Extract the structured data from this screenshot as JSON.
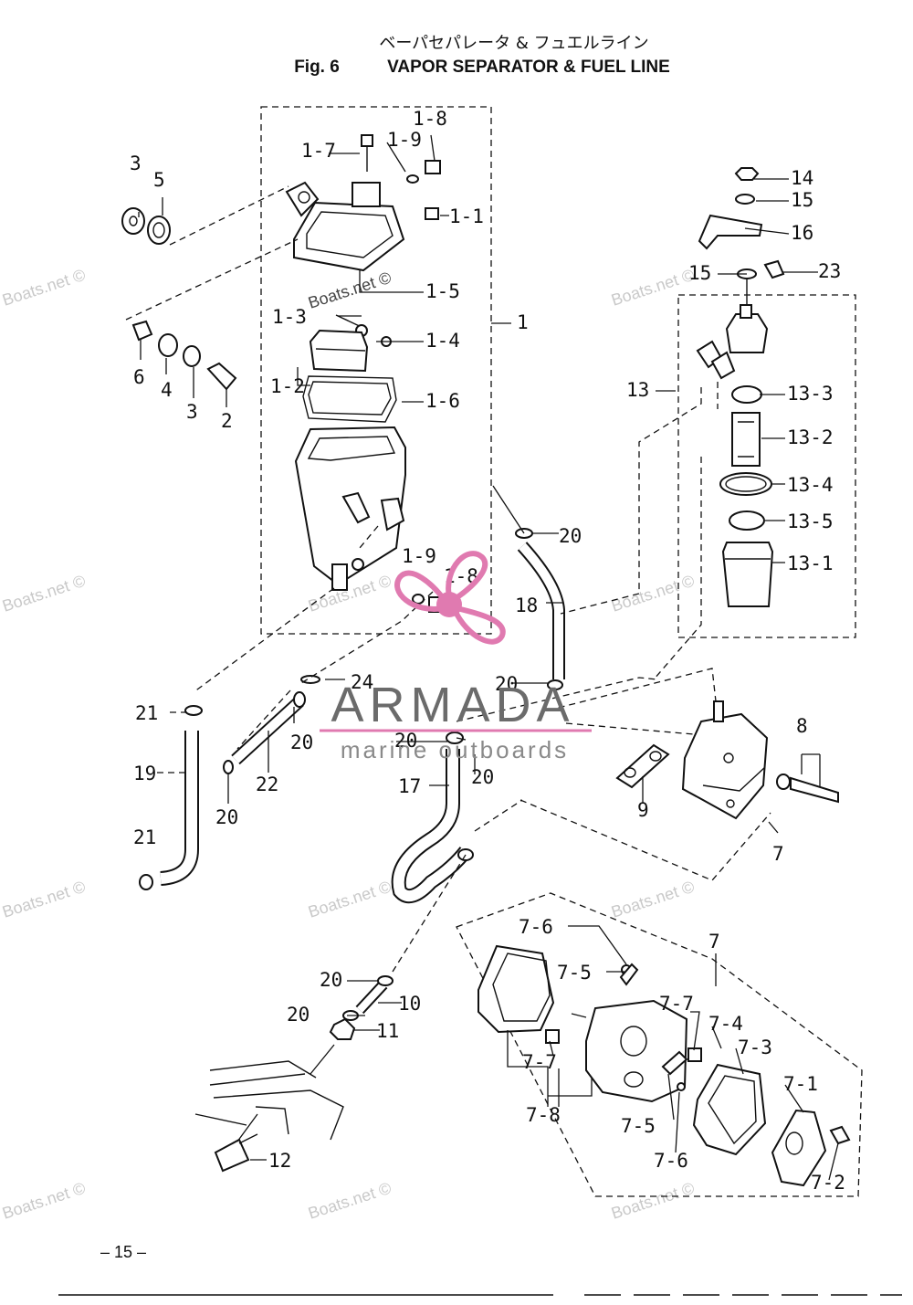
{
  "header": {
    "title_jp": "ベーパセパレータ & フュエルライン",
    "fig_number": "Fig. 6",
    "title_en": "VAPOR SEPARATOR & FUEL LINE"
  },
  "labels": {
    "l1": "1",
    "l1_1": "1-1",
    "l1_2": "1-2",
    "l1_3": "1-3",
    "l1_4": "1-4",
    "l1_5": "1-5",
    "l1_6": "1-6",
    "l1_7": "1-7",
    "l1_8": "1-8",
    "l1_9": "1-9",
    "l1_8b": "1-8",
    "l1_9b": "1-9",
    "l2": "2",
    "l3a": "3",
    "l3b": "3",
    "l4": "4",
    "l5": "5",
    "l6": "6",
    "l7": "7",
    "l7b": "7",
    "l7_1": "7-1",
    "l7_2": "7-2",
    "l7_3": "7-3",
    "l7_4": "7-4",
    "l7_5a": "7-5",
    "l7_5b": "7-5",
    "l7_6a": "7-6",
    "l7_6b": "7-6",
    "l7_7a": "7-7",
    "l7_7b": "7-7",
    "l7_8": "7-8",
    "l8": "8",
    "l9": "9",
    "l10": "10",
    "l11": "11",
    "l12": "12",
    "l13": "13",
    "l13_1": "13-1",
    "l13_2": "13-2",
    "l13_3": "13-3",
    "l13_4": "13-4",
    "l13_5": "13-5",
    "l14": "14",
    "l15a": "15",
    "l15b": "15",
    "l16": "16",
    "l17": "17",
    "l18": "18",
    "l19": "19",
    "l20a": "20",
    "l20b": "20",
    "l20c": "20",
    "l20d": "20",
    "l20e": "20",
    "l20f": "20",
    "l20g": "20",
    "l20h": "20",
    "l21a": "21",
    "l21b": "21",
    "l22": "22",
    "l23": "23",
    "l24": "24"
  },
  "watermarks": {
    "site": "Boats.net ©",
    "brand": "ARMADA",
    "brand_sub": "marine outboards"
  },
  "footer": {
    "page_number": "– 15 –"
  },
  "colors": {
    "ink": "#111111",
    "brand_pink": "#e07ab0",
    "brand_gray": "#6b6b6b",
    "watermark_gray": "#c9c9c9"
  }
}
